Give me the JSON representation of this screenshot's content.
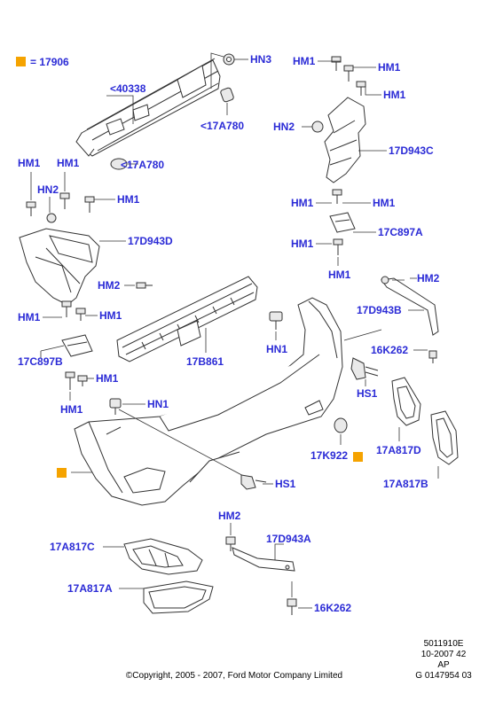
{
  "legend": {
    "text": "= 17906",
    "color": "#f5a300"
  },
  "labels": {
    "hn3": "HN3",
    "p40338": "<40338",
    "p17a780_1": "<17A780",
    "p17a780_2": "<17A780",
    "hm1_a": "HM1",
    "hm1_b": "HM1",
    "hm1_c": "HM1",
    "hn2_r": "HN2",
    "p17d943c": "17D943C",
    "hm1_d": "HM1",
    "hm1_e": "HM1",
    "p17c897a": "17C897A",
    "hm1_f": "HM1",
    "hm1_g": "HM1",
    "hm1_l1": "HM1",
    "hm1_l2": "HM1",
    "hn2_l": "HN2",
    "hm1_l3": "HM1",
    "p17d943d": "17D943D",
    "hm2_m": "HM2",
    "hm1_l4": "HM1",
    "hm1_l5": "HM1",
    "p17c897b": "17C897B",
    "hm1_l6": "HM1",
    "hm1_l7": "HM1",
    "p17b861": "17B861",
    "hm2_r": "HM2",
    "p17d943b": "17D943B",
    "hn1_r": "HN1",
    "p16k262_r": "16K262",
    "hs1_r": "HS1",
    "hn1_m": "HN1",
    "p17k922": "17K922",
    "p17a817d": "17A817D",
    "hs1_m": "HS1",
    "p17a817b": "17A817B",
    "hm2_b": "HM2",
    "p17a817c": "17A817C",
    "p17d943a": "17D943A",
    "p17a817a": "17A817A",
    "p16k262_b": "16K262"
  },
  "footer": {
    "code1": "5011910E",
    "code2": "10-2007 42",
    "code3": "AP",
    "code4": "G 0147954 03",
    "copyright": "©Copyright, 2005 - 2007, Ford Motor Company Limited"
  }
}
